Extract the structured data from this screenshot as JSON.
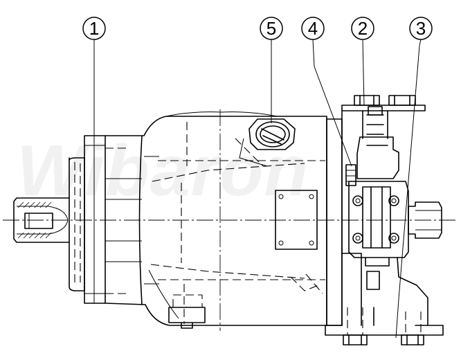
{
  "watermark": "Wibaron",
  "callouts": [
    {
      "label": "1",
      "part": "callout-1"
    },
    {
      "label": "5",
      "part": "callout-5"
    },
    {
      "label": "4",
      "part": "callout-4"
    },
    {
      "label": "2",
      "part": "callout-2"
    },
    {
      "label": "3",
      "part": "callout-3"
    }
  ]
}
